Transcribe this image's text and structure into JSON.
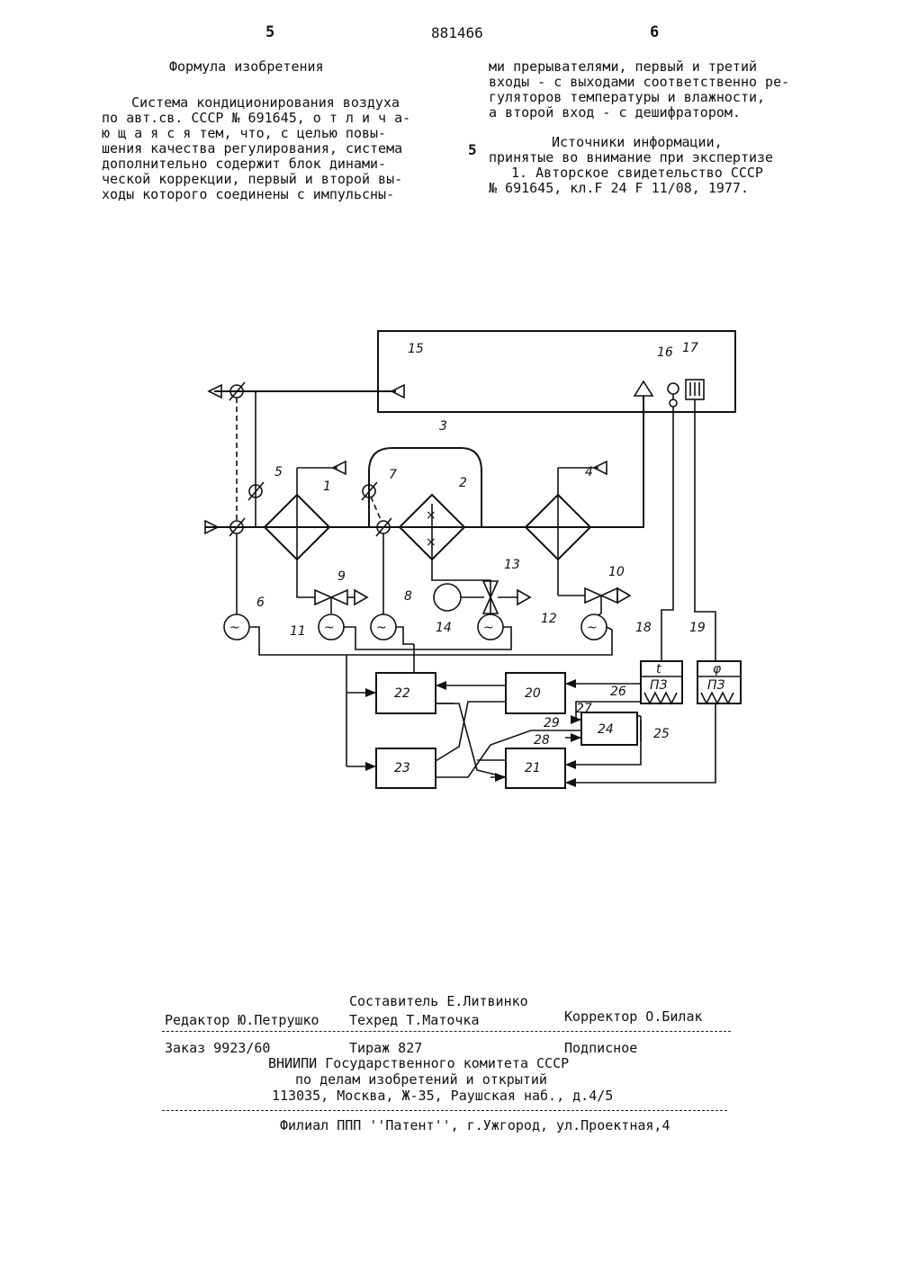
{
  "header": {
    "page_left": "5",
    "patent_number": "881466",
    "page_right": "6"
  },
  "left_column": {
    "heading": "Формула изобретения",
    "lines": [
      "Система кондиционирования воздуха",
      "по авт.св. СССР № 691645, о т л и ч а-",
      "ю щ а я с я тем, что, с целью повы-",
      "шения качества регулирования, система",
      "дополнительно содержит блок динами-",
      "ческой коррекции, первый и второй вы-",
      "ходы которого соединены с импульсны-"
    ]
  },
  "line_number": "5",
  "right_column": {
    "lines": [
      "ми прерывателями, первый и третий",
      "входы - с выходами соответственно ре-",
      "гуляторов температуры и влажности,",
      "а второй вход - с дешифратором."
    ],
    "sources_heading": "Источники информации,",
    "sources_subheading": "принятые во внимание при экспертизе",
    "sources_lines": [
      "1. Авторское свидетельство СССР",
      "№ 691645, кл.F 24 F 11/08, 1977."
    ]
  },
  "diagram": {
    "labels": {
      "n1": "1",
      "n2": "2",
      "n3": "3",
      "n4": "4",
      "n5": "5",
      "n6": "6",
      "n7": "7",
      "n8": "8",
      "n9": "9",
      "n10": "10",
      "n11": "11",
      "n12": "12",
      "n13": "13",
      "n14": "14",
      "n15": "15",
      "n16": "16",
      "n17": "17",
      "n18": "18",
      "n19": "19",
      "n25": "25",
      "n26": "26",
      "n27": "27",
      "n28": "28",
      "n29": "29"
    },
    "block_labels": {
      "b20": "20",
      "b21": "21",
      "b22": "22",
      "b23": "23",
      "b24": "24",
      "b18_top": "t",
      "b18_bottom": "ПЗ",
      "b19_top": "φ",
      "b19_bottom": "ПЗ"
    }
  },
  "imprint": {
    "composer": "Составитель Е.Литвинко",
    "editor": "Редактор Ю.Петрушко",
    "techred": "Техред Т.Маточка",
    "corrector": "Корректор О.Билак",
    "order": "Заказ 9923/60",
    "circulation": "Тираж 827",
    "subscription": "Подписное",
    "org1": "ВНИИПИ Государственного комитета СССР",
    "org2": "по делам изобретений и открытий",
    "address": "113035, Москва, Ж-35, Раушская наб., д.4/5",
    "branch": "Филиал ППП ''Патент'', г.Ужгород, ул.Проектная,4"
  }
}
